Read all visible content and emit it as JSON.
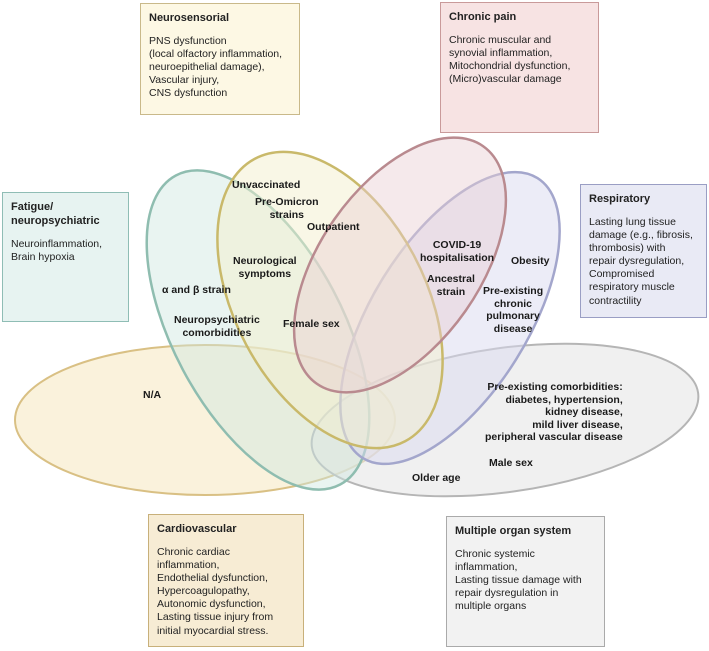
{
  "boxes": {
    "neuro": {
      "title": "Neurosensorial",
      "lines": [
        "PNS dysfunction",
        "(local olfactory inflammation,",
        "neuroepithelial damage),",
        "Vascular injury,",
        "CNS dysfunction"
      ]
    },
    "pain": {
      "title": "Chronic pain",
      "lines": [
        "Chronic muscular and",
        "synovial inflammation,",
        "Mitochondrial dysfunction,",
        "(Micro)vascular damage"
      ]
    },
    "fatigue": {
      "title_lines": [
        "Fatigue/",
        "neuropsychiatric"
      ],
      "lines": [
        "Neuroinflammation,",
        "Brain hypoxia"
      ]
    },
    "resp": {
      "title": "Respiratory",
      "lines": [
        "Lasting lung tissue",
        "damage (e.g., fibrosis,",
        "thrombosis) with",
        "repair dysregulation,",
        "Compromised",
        "respiratory muscle",
        "contractility"
      ]
    },
    "cardio": {
      "title": "Cardiovascular",
      "lines": [
        "Chronic cardiac inflammation,",
        "Endothelial dysfunction,",
        "Hypercoagulopathy,",
        "Autonomic dysfunction,",
        "Lasting tissue injury from",
        "initial myocardial stress."
      ]
    },
    "multi": {
      "title": "Multiple organ system",
      "lines": [
        "Chronic systemic",
        "inflammation,",
        "Lasting tissue damage with",
        "repair dysregulation in",
        "multiple organs"
      ]
    }
  },
  "venn_labels": {
    "unvaccinated": "Unvaccinated",
    "pre_omicron": [
      "Pre-Omicron",
      "strains"
    ],
    "outpatient": "Outpatient",
    "neuro_symptoms": [
      "Neurological",
      "symptoms"
    ],
    "alpha_beta": "α and β strain",
    "neuropsych_comorb": [
      "Neuropsychiatric",
      "comorbidities"
    ],
    "female_sex": "Female sex",
    "covid_hosp": [
      "COVID-19",
      "hospitalisation"
    ],
    "ancestral": [
      "Ancestral",
      "strain"
    ],
    "obesity": "Obesity",
    "pre_existing_pulm": [
      "Pre-existing",
      "chronic",
      "pulmonary",
      "disease"
    ],
    "na": "N/A",
    "comorbidities": [
      "Pre-existing comorbidities:",
      "diabetes, hypertension,",
      "kidney disease,",
      "mild liver disease,",
      "peripheral vascular disease"
    ],
    "male_sex": "Male sex",
    "older_age": "Older age"
  },
  "colors": {
    "neuro": "#c9b96a",
    "pain": "#b98a8f",
    "fatigue": "#8fbdb0",
    "resp": "#a3a6cc",
    "cardio": "#d9c084",
    "multi": "#b5b5b5"
  }
}
